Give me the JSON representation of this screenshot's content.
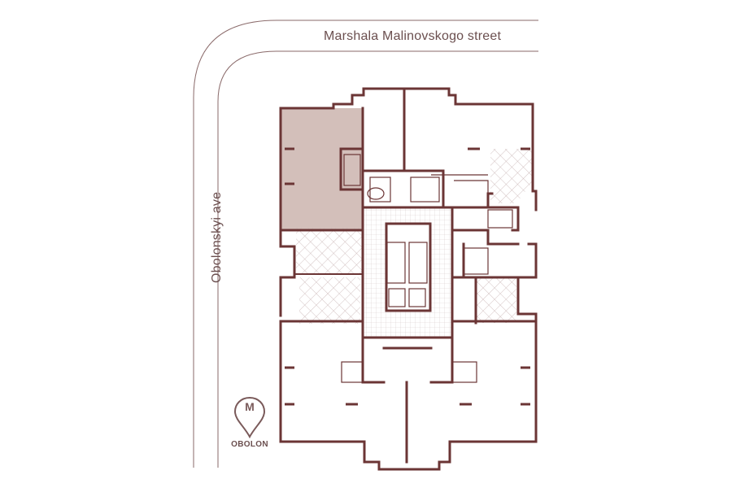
{
  "map": {
    "streets": {
      "north": "Marshala Malinovskogo street",
      "west": "Obolonskyi ave"
    },
    "metro": {
      "letter": "M",
      "station": "OBOLON"
    },
    "highlighted_apartment": {
      "fill_color": "#d3bfba"
    },
    "colors": {
      "wall": "#6b3535",
      "street_line": "#8a6a6a",
      "hatch": "#c9b5b5",
      "text": "#6b4f4f"
    }
  }
}
